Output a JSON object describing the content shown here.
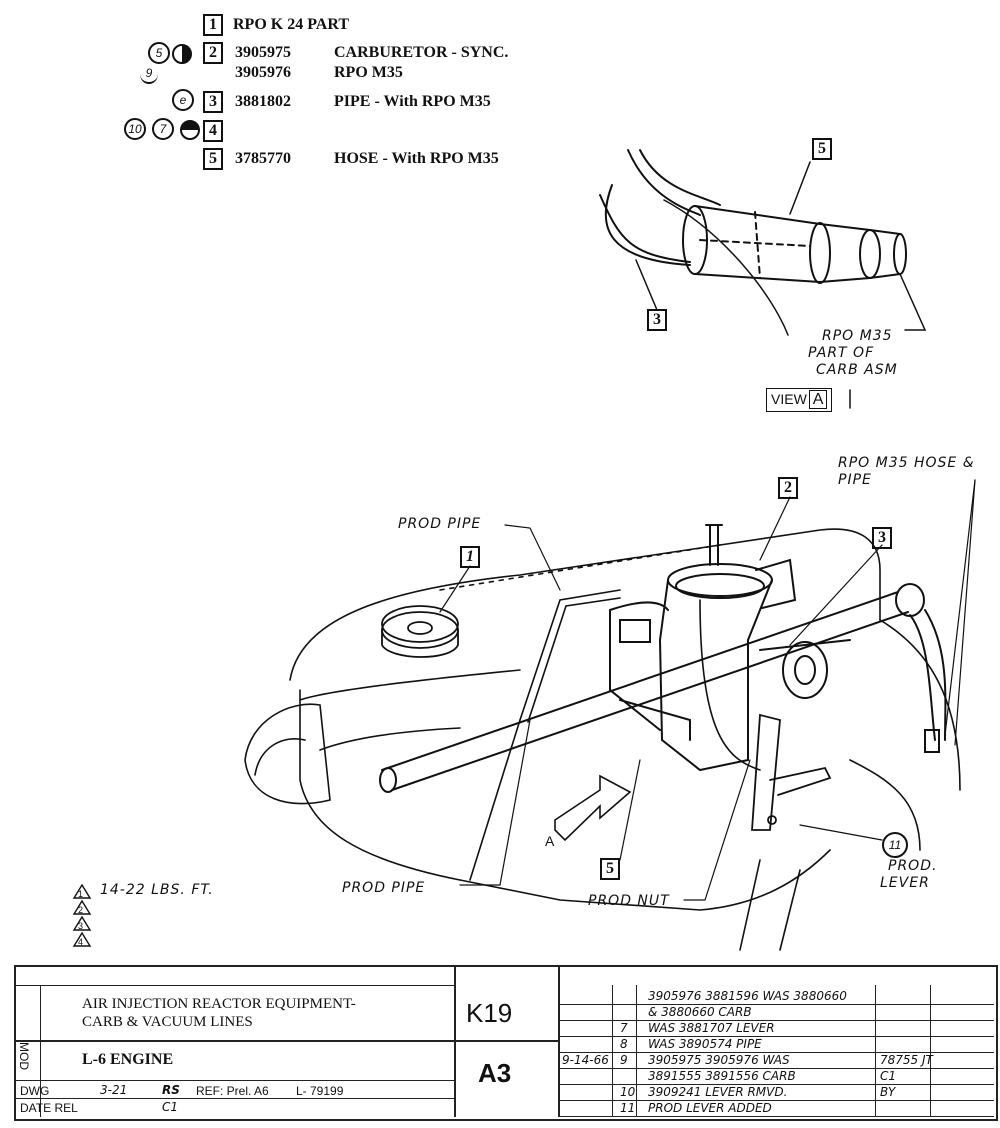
{
  "parts_list": [
    {
      "num": "1",
      "part": "RPO K 24 PART",
      "desc": "",
      "callouts": []
    },
    {
      "num": "2",
      "part": "3905975",
      "part2": "3905976",
      "desc": "CARBURETOR - SYNC.",
      "desc2": "RPO M35",
      "callouts": [
        "5",
        "9"
      ]
    },
    {
      "num": "3",
      "part": "3881802",
      "desc": "PIPE - With RPO M35",
      "callouts": [
        "e"
      ]
    },
    {
      "num": "4",
      "part": "",
      "desc": "",
      "callouts": [
        "10",
        "7"
      ]
    },
    {
      "num": "5",
      "part": "3785770",
      "desc": "HOSE - With RPO M35",
      "callouts": []
    }
  ],
  "view_a": {
    "callout_5": "5",
    "callout_3": "3",
    "note": [
      "RPO M35",
      "PART OF",
      "CARB ASM"
    ],
    "view_label": "VIEW",
    "view_letter": "A"
  },
  "main_view": {
    "callout_1": "1",
    "callout_2": "2",
    "callout_3": "3",
    "callout_5": "5",
    "callout_11": "11",
    "label_a": "A",
    "prod_pipe_top": "PROD PIPE",
    "prod_pipe_bottom": "PROD PIPE",
    "prod_nut": "PROD NUT",
    "prod_lever": [
      "PROD.",
      "LEVER"
    ],
    "rpo_hose_pipe": [
      "RPO M35 HOSE &",
      "PIPE"
    ]
  },
  "torque": {
    "markers": [
      "1",
      "2",
      "3",
      "4"
    ],
    "text": "14-22 LBS. FT."
  },
  "title_block": {
    "title_line1": "AIR INJECTION REACTOR EQUIPMENT-",
    "title_line2": "CARB & VACUUM LINES",
    "engine": "L-6 ENGINE",
    "section": "K19",
    "sheet": "A3",
    "dwg_label": "DWG",
    "dwg_value": "3-21",
    "dwg_init": "RS",
    "ref_label": "REF: Prel. A6",
    "l_value": "L- 79199",
    "date_label": "DATE REL",
    "date_init": "C1",
    "side_labels": [
      "MOD"
    ],
    "revisions": [
      {
        "date": "",
        "sym": "",
        "text": "3905976 3881596 WAS 3880660",
        "extra": ""
      },
      {
        "date": "",
        "sym": "",
        "text": "& 3880660 CARB",
        "extra": ""
      },
      {
        "date": "",
        "sym": "7",
        "text": "WAS 3881707 LEVER",
        "extra": ""
      },
      {
        "date": "",
        "sym": "8",
        "text": "WAS 3890574 PIPE",
        "extra": ""
      },
      {
        "date": "9-14-66",
        "sym": "9",
        "text": "3905975 3905976 WAS",
        "extra": "78755 JT"
      },
      {
        "date": "",
        "sym": "",
        "text": "3891555 3891556 CARB",
        "extra": "C1"
      },
      {
        "date": "",
        "sym": "10",
        "text": "3909241 LEVER RMVD.",
        "extra": "BY"
      },
      {
        "date": "",
        "sym": "11",
        "text": "PROD LEVER ADDED",
        "extra": ""
      }
    ]
  }
}
